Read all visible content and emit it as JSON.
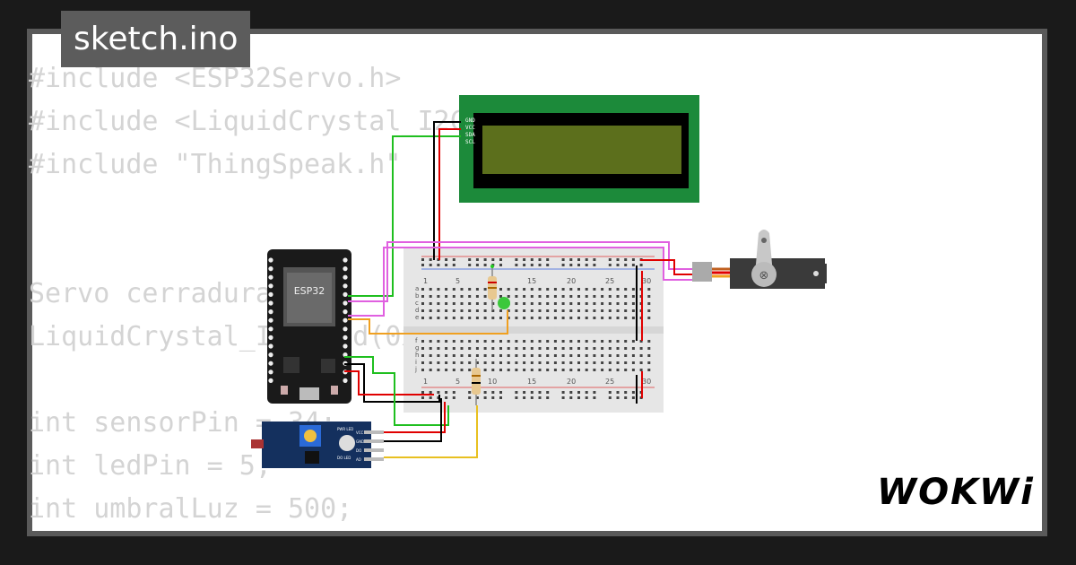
{
  "window": {
    "title": "sketch.ino"
  },
  "code_lines": [
    "#include <ESP32Servo.h>",
    "#include <LiquidCrystal_I2C.h>",
    "#include \"ThingSpeak.h\"",
    "",
    "",
    "Servo cerradura;",
    "LiquidCrystal_I2C lcd(0x27, 16, 2);",
    "",
    "int sensorPin = 34;",
    "int ledPin = 5;",
    "int umbralLuz = 500;"
  ],
  "esp32": {
    "label": "ESP32"
  },
  "lcd": {
    "pins": [
      "GND",
      "VCC",
      "SDA",
      "SCL"
    ]
  },
  "breadboard": {
    "col_numbers": [
      "1",
      "5",
      "10",
      "15",
      "20",
      "25",
      "30"
    ],
    "rows_top": [
      "a",
      "b",
      "c",
      "d",
      "e"
    ],
    "rows_bottom": [
      "f",
      "g",
      "h",
      "i",
      "j"
    ]
  },
  "ldr_module": {
    "pins": [
      "VCC",
      "GND",
      "DO",
      "AO"
    ],
    "leds": [
      "PWR LED",
      "DO LED"
    ]
  },
  "brand": {
    "logo": "WOKWi"
  },
  "colors": {
    "wire_red": "#e00000",
    "wire_black": "#000000",
    "wire_green": "#1fbf1f",
    "wire_pink": "#e060e0",
    "wire_orange": "#f0a020",
    "wire_yellow": "#e8c020"
  }
}
